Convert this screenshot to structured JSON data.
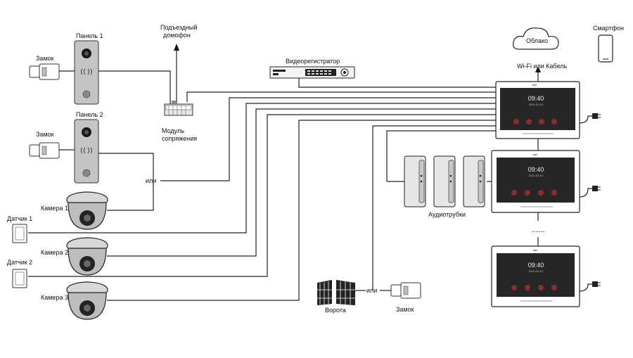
{
  "labels": {
    "lock_top": "Замок",
    "panel1": "Панель 1",
    "panel2": "Панель 2",
    "lock_mid": "Замок",
    "entrance_line1": "Подъездный",
    "entrance_line2": "домофон",
    "module_line1": "Модуль",
    "module_line2": "сопряжения",
    "or_left": "или",
    "camera1": "Камера 1",
    "camera2": "Камера 2",
    "camera3": "Камера 3",
    "sensor1": "Датчик 1",
    "sensor2": "Датчик 2",
    "recorder": "Видеорегистратор",
    "cloud": "Облако",
    "smartphone": "Смартфон",
    "wifi": "Wi-Fi или Кабель",
    "handsets": "Аудиотрубки",
    "gate": "Ворота",
    "or_gate": "или",
    "lock_gate": "Замок",
    "dots": "......"
  },
  "monitor": {
    "brand": "arlo",
    "time": "09:40",
    "date": "2020-01-01"
  }
}
